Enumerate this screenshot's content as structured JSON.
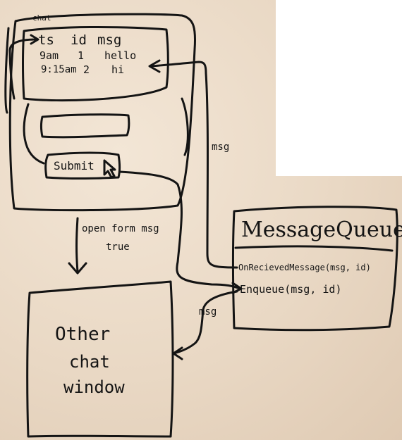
{
  "chat_window": {
    "title": "chat",
    "table": {
      "headers": [
        "ts",
        "id",
        "msg"
      ],
      "rows": [
        [
          "9am",
          "1",
          "hello"
        ],
        [
          "9:15am",
          "2",
          "hi"
        ]
      ]
    },
    "submit_label": "Submit"
  },
  "labels": {
    "open_form": "open form msg",
    "open_form_2": "true",
    "msg_top": "msg",
    "msg_bottom": "msg"
  },
  "message_queue": {
    "title": "MessageQueue",
    "methods": [
      "OnRecievedMessage(msg, id)",
      "Enqueue(msg, id)"
    ]
  },
  "other_window": {
    "line1": "Other",
    "line2": "chat",
    "line3": "window"
  },
  "colors": {
    "ink": "#141414",
    "board": "#ecdcc8",
    "background": "#ffffff"
  }
}
